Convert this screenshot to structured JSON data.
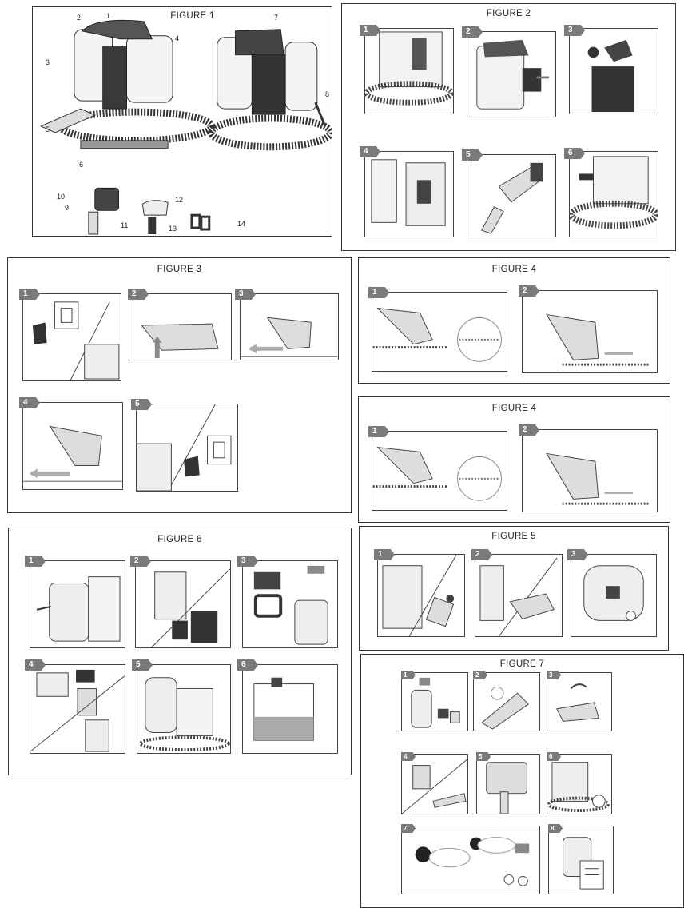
{
  "figure1": {
    "title": "FIGURE 1",
    "callouts": [
      "1",
      "2",
      "3",
      "4",
      "5",
      "6",
      "7",
      "8",
      "9",
      "10",
      "11",
      "12",
      "13",
      "14"
    ]
  },
  "figure2": {
    "title": "FIGURE 2",
    "steps": [
      "1",
      "2",
      "3",
      "4",
      "5",
      "6"
    ]
  },
  "figure3": {
    "title": "FIGURE 3",
    "steps": [
      "1",
      "2",
      "3",
      "4",
      "5"
    ]
  },
  "figure4a": {
    "title": "FIGURE 4",
    "steps": [
      "1",
      "2"
    ]
  },
  "figure4b": {
    "title": "FIGURE 4",
    "steps": [
      "1",
      "2"
    ]
  },
  "figure5": {
    "title": "FIGURE 5",
    "steps": [
      "1",
      "2",
      "3"
    ]
  },
  "figure6": {
    "title": "FIGURE 6",
    "steps": [
      "1",
      "2",
      "3",
      "4",
      "5",
      "6"
    ]
  },
  "figure7": {
    "title": "FIGURE 7",
    "steps": [
      "1",
      "2",
      "3",
      "4",
      "5",
      "6",
      "7",
      "8"
    ]
  }
}
